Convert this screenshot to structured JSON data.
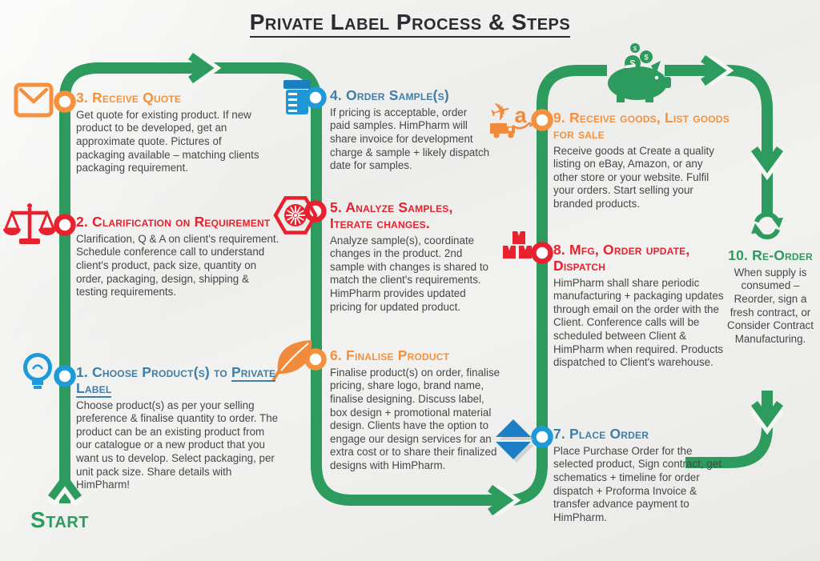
{
  "title": "Private Label Process & Steps",
  "start_label": "Start",
  "colors": {
    "path_green": "#2E9B5E",
    "orange": "#F5913C",
    "red": "#E8212E",
    "title_blue": "#3E7EA8",
    "icon_blue": "#1D9AD7",
    "body_gray": "#474747"
  },
  "icons": {
    "amazon_letter": "a",
    "plane_glyph": "✈",
    "coin_symbol": "$"
  },
  "steps": [
    {
      "id": 1,
      "color": "blue",
      "icon": "lightbulb-icon",
      "title": "1. Choose Product(s) to",
      "title_underline": "Private Label",
      "body": "Choose product(s) as per your selling preference & finalise quantity to order. The product can be an existing product from our catalogue or a new product that you want us to develop. Select packaging, per unit pack size. Share details with HimPharm!"
    },
    {
      "id": 2,
      "color": "red",
      "icon": "scales-icon",
      "title": "2. Clarification on Requirement",
      "body": "Clarification, Q & A on client's requirement. Schedule conference call to understand client's product, pack size, quantity on order, packaging, design, shipping & testing requirements."
    },
    {
      "id": 3,
      "color": "orange",
      "icon": "envelope-icon",
      "title": "3. Receive Quote",
      "body": "Get quote for existing product. If new product to be developed, get an approximate quote. Pictures of packaging available – matching clients packaging requirement."
    },
    {
      "id": 4,
      "color": "blue",
      "icon": "pill-bottle-icon",
      "title": "4. Order Sample(s)",
      "body": "If pricing is acceptable, order paid samples. HimPharm will share invoice for development charge & sample + likely dispatch date for samples."
    },
    {
      "id": 5,
      "color": "red",
      "icon": "hexagon-seal-icon",
      "title": "5. Analyze Samples, Iterate changes.",
      "body": "Analyze sample(s), coordinate changes in the product.  2nd sample with changes is shared to match the client's requirements. HimPharm provides updated pricing for updated product."
    },
    {
      "id": 6,
      "color": "orange",
      "icon": "leaf-icon",
      "title": "6. Finalise Product",
      "body": "Finalise product(s) on order, finalise pricing, share logo, brand name, finalise designing. Discuss label, box design + promotional material design. Clients have the option to engage our design services for an extra cost or to share their finalized designs with HimPharm."
    },
    {
      "id": 7,
      "color": "blue",
      "icon": "double-diamond-icon",
      "title": "7. Place Order",
      "body": "Place Purchase Order for the selected product,  Sign contract, get schematics +  timeline for order dispatch + Proforma Invoice & transfer advance payment to HimPharm."
    },
    {
      "id": 8,
      "color": "red",
      "icon": "boxes-icon",
      "title": "8. Mfg, Order update, Dispatch",
      "body": "HimPharm shall share periodic manufacturing + packaging updates through email on the order with the Client. Conference calls will be scheduled between Client & HimPharm when required. Products dispatched to Client's warehouse."
    },
    {
      "id": 9,
      "color": "orange",
      "icon": "plane-truck-amazon-icon",
      "title": "9. Receive goods, List goods for sale",
      "body": "Receive goods at Create a quality listing on eBay, Amazon, or any other store or your website. Fulfil your orders. Start selling your branded products."
    },
    {
      "id": 10,
      "color": "green",
      "icon": "reorder-cycle-icon",
      "title": "10. Re-Order",
      "body": "When supply is consumed – Reorder, sign a fresh contract, or Consider Contract Manufacturing."
    }
  ]
}
